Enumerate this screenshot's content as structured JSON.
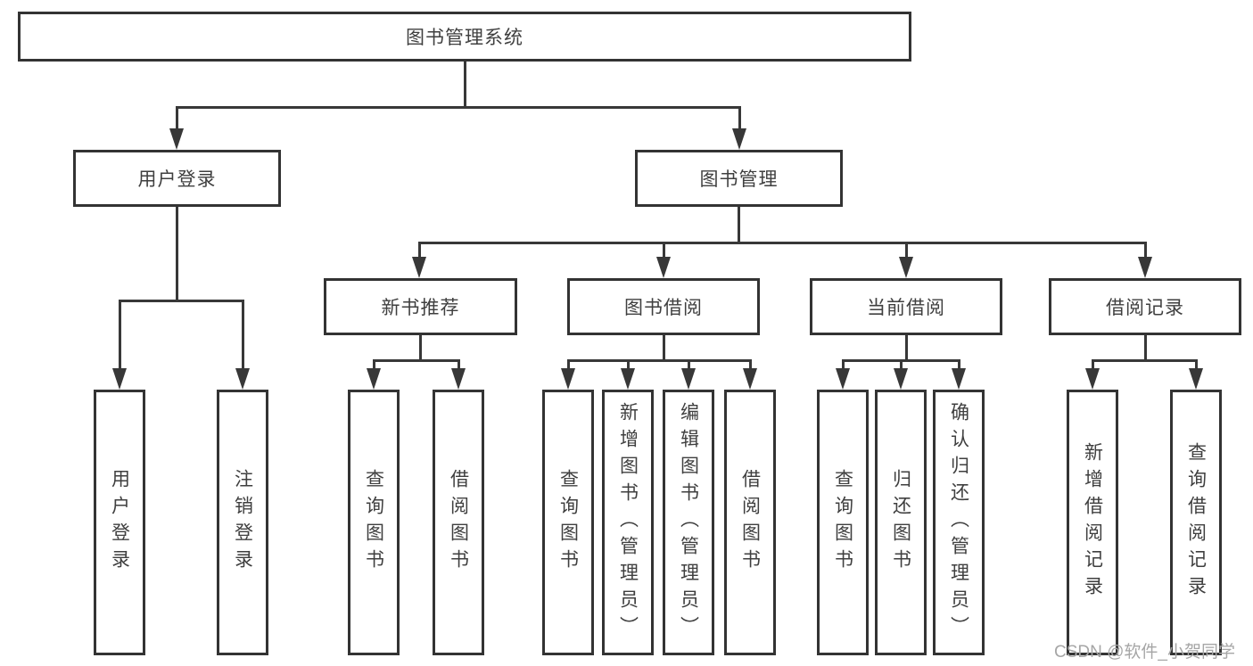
{
  "colors": {
    "line": "#383838",
    "box_border": "#333333",
    "text": "#3f3f3f",
    "watermark": "#a6a6a6"
  },
  "tree": {
    "root": "图书管理系统",
    "login": {
      "label": "用户登录",
      "children": [
        "用户登录",
        "注销登录"
      ]
    },
    "management": {
      "label": "图书管理",
      "groups": [
        {
          "label": "新书推荐",
          "children": [
            "查询图书",
            "借阅图书"
          ]
        },
        {
          "label": "图书借阅",
          "children": [
            "查询图书",
            "新增图书（管理员）",
            "编辑图书（管理员）",
            "借阅图书"
          ]
        },
        {
          "label": "当前借阅",
          "children": [
            "查询图书",
            "归还图书",
            "确认归还（管理员）"
          ]
        },
        {
          "label": "借阅记录",
          "children": [
            "新增借阅记录",
            "查询借阅记录"
          ]
        }
      ]
    }
  },
  "watermark": "CSDN @软件_小贺同学"
}
